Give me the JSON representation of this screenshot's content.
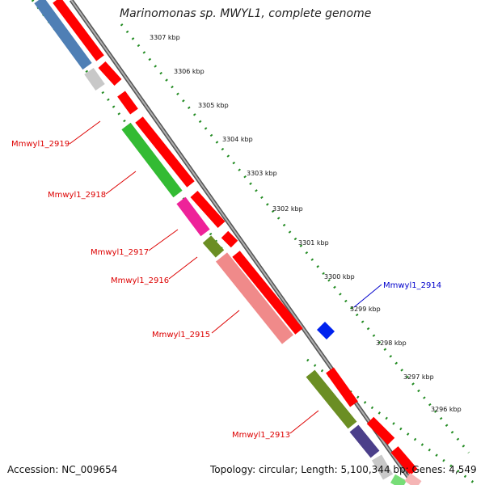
{
  "title": "Marinomonas sp. MWYL1, complete genome",
  "footer": {
    "accession": "Accession: NC_009654",
    "summary": "Topology: circular; Length: 5,100,344 bp; Genes: 4,549"
  },
  "ticks": [
    "3307 kbp",
    "3306 kbp",
    "3305 kbp",
    "3304 kbp",
    "3303 kbp",
    "3302 kbp",
    "3301 kbp",
    "3300 kbp",
    "3299 kbp",
    "3298 kbp",
    "3297 kbp",
    "3296 kbp"
  ],
  "gene_labels": [
    {
      "text": "Mmwyl1_2919",
      "color": "#dd0000"
    },
    {
      "text": "Mmwyl1_2918",
      "color": "#dd0000"
    },
    {
      "text": "Mmwyl1_2917",
      "color": "#dd0000"
    },
    {
      "text": "Mmwyl1_2916",
      "color": "#dd0000"
    },
    {
      "text": "Mmwyl1_2915",
      "color": "#dd0000"
    },
    {
      "text": "Mmwyl1_2914",
      "color": "#0000cc"
    },
    {
      "text": "Mmwyl1_2913",
      "color": "#dd0000"
    }
  ],
  "colors": {
    "backbone": "#888888",
    "cds": "#ff0000",
    "cds_dark": "#b00000",
    "gc_dots": "#228b22",
    "blue": "#0022ee",
    "steelblue": "#4f7fb5",
    "gray": "#c8c8c8",
    "green": "#33bb33",
    "magenta": "#ee2299",
    "olive": "#6b8e23",
    "salmon": "#f08a8a",
    "navy": "#4b3f8a",
    "lightgreen": "#77dd77",
    "pink": "#f5b5b5"
  }
}
